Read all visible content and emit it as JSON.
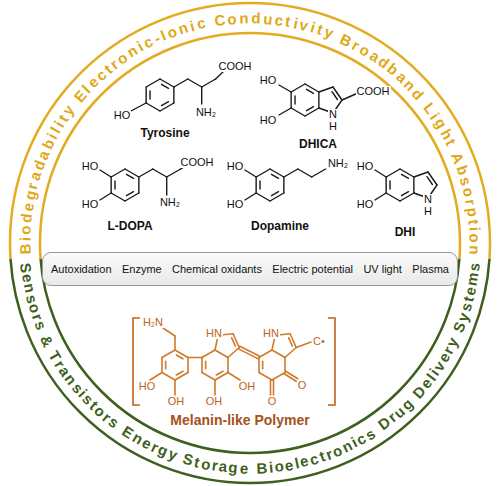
{
  "diagram": {
    "nodes": [
      {
        "text": [
          "Autoxidation",
          "Enzyme",
          "Chemical oxidants",
          "Electric potential",
          "UV light",
          "Plasma"
        ]
      }
    ],
    "labels": [
      "Biodegradability",
      "Electronic-Ionic Conductivity",
      "Broadband Light Absorption",
      "HO",
      "NH₂",
      "COOH",
      "Tyrosine",
      "HO",
      "HO",
      "COOH",
      "N",
      "H",
      "DHICA",
      "HO",
      "HO",
      "COOH",
      "NH₂",
      "L-DOPA",
      "HO",
      "HO",
      "NH₂",
      "Dopamine",
      "HO",
      "HO",
      "N",
      "H",
      "DHI",
      "H₂N",
      "HO",
      "OH",
      "OH",
      "OH",
      "HN",
      "HN",
      "O",
      "O",
      "C•",
      "Melanin-like Polymer",
      "Sensors & Transistors",
      "Energy Storage",
      "Bioelectronics",
      "Drug Delivery Systems"
    ]
  }
}
